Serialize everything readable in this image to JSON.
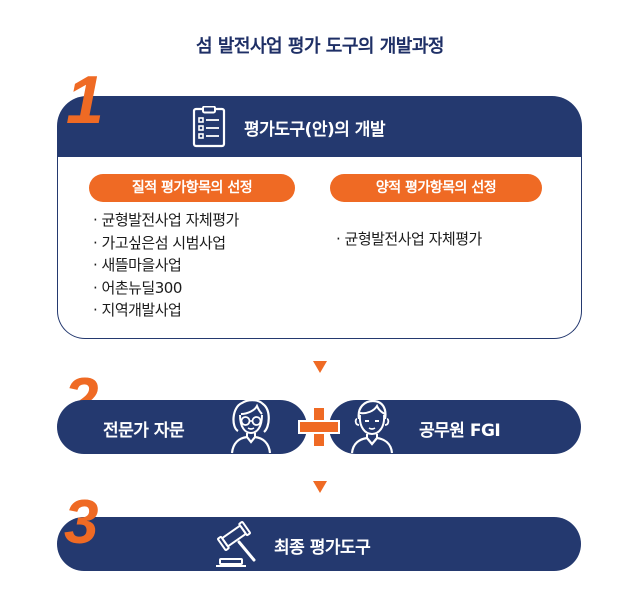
{
  "title": "섬 발전사업 평가 도구의 개발과정",
  "steps": {
    "step1": {
      "number": "1",
      "title": "평가도구(안)의 개발",
      "qualitative": {
        "label": "질적 평가항목의 선정",
        "items": [
          "· 균형발전사업 자체평가",
          "· 가고싶은섬 시범사업",
          "· 새뜰마을사업",
          "· 어촌뉴딜300",
          "· 지역개발사업"
        ]
      },
      "quantitative": {
        "label": "양적 평가항목의 선정",
        "items": [
          "· 균형발전사업 자체평가"
        ]
      }
    },
    "step2": {
      "number": "2",
      "left_label": "전문가 자문",
      "plus": "+",
      "right_label": "공무원 FGI"
    },
    "step3": {
      "number": "3",
      "label": "최종 평가도구"
    }
  },
  "colors": {
    "navy": "#24396f",
    "orange": "#ef6a24"
  },
  "icons": [
    "checklist-icon",
    "arrow-down-icon",
    "expert-woman-icon",
    "plus-icon",
    "official-man-icon",
    "gavel-icon"
  ]
}
